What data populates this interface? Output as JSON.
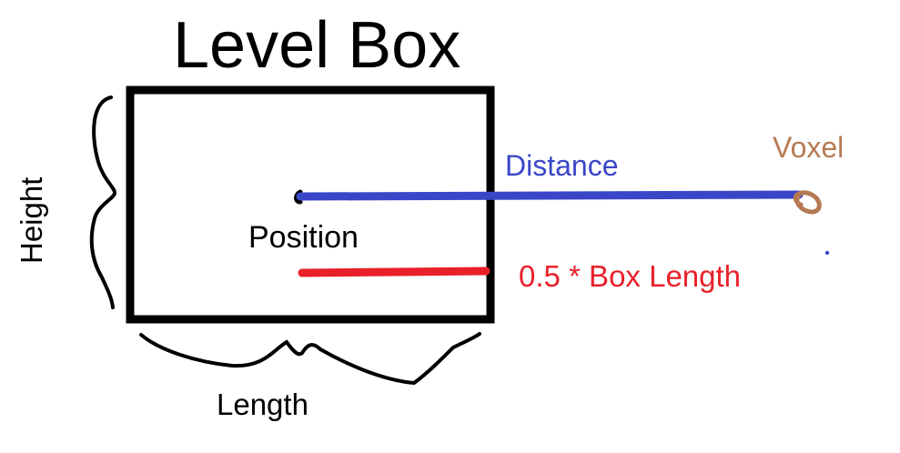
{
  "labels": {
    "title": "Level Box",
    "height": "Height",
    "length": "Length",
    "position": "Position",
    "distance": "Distance",
    "voxel": "Voxel",
    "half_length": "0.5 * Box Length"
  },
  "colors": {
    "box_outline": "#000000",
    "distance_line": "#3a46c8",
    "half_length_line": "#e8202a",
    "voxel": "#b57a52",
    "text": "#000000"
  }
}
